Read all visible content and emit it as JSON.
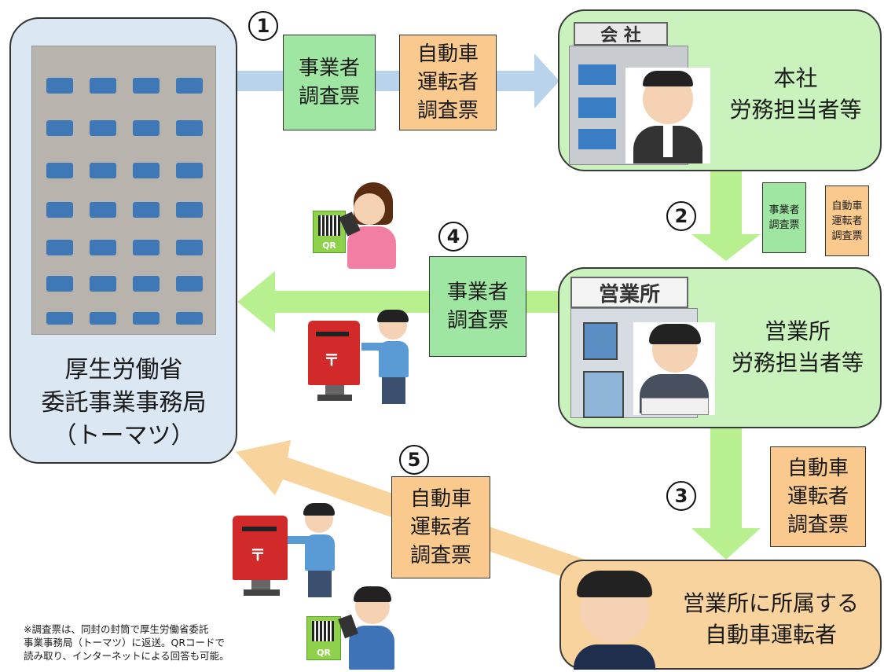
{
  "bureau": {
    "label_lines": [
      "厚生労働省",
      "委託事業事務局",
      "（トーマツ）"
    ]
  },
  "head_office": {
    "sign": "会 社",
    "label_lines": [
      "本社",
      "労務担当者等"
    ]
  },
  "branch_office": {
    "sign": "営業所",
    "label_lines": [
      "営業所",
      "労務担当者等"
    ]
  },
  "driver": {
    "label_lines": [
      "営業所に所属する",
      "自動車運転者"
    ]
  },
  "steps": {
    "s1": "1",
    "s2": "2",
    "s3": "3",
    "s4": "4",
    "s5": "5"
  },
  "docs": {
    "business": [
      "事業者",
      "調査票"
    ],
    "driver": [
      "自動車",
      "運転者",
      "調査票"
    ]
  },
  "qr_label": "QR",
  "mailbox_mark": "〒",
  "note_lines": [
    "※調査票は、同封の封筒で厚生労働省委託",
    "事業事務局（トーマツ）に返送。QRコードで",
    "読み取り、インターネットによる回答も可能。"
  ],
  "colors": {
    "blue_arrow": "#b9d3ec",
    "green_arrow": "#b8f08f",
    "orange_arrow": "#f8d39c",
    "green_node": "#c9f2bd",
    "orange_node": "#f9d39d",
    "bureau": "#dbe7f3"
  }
}
